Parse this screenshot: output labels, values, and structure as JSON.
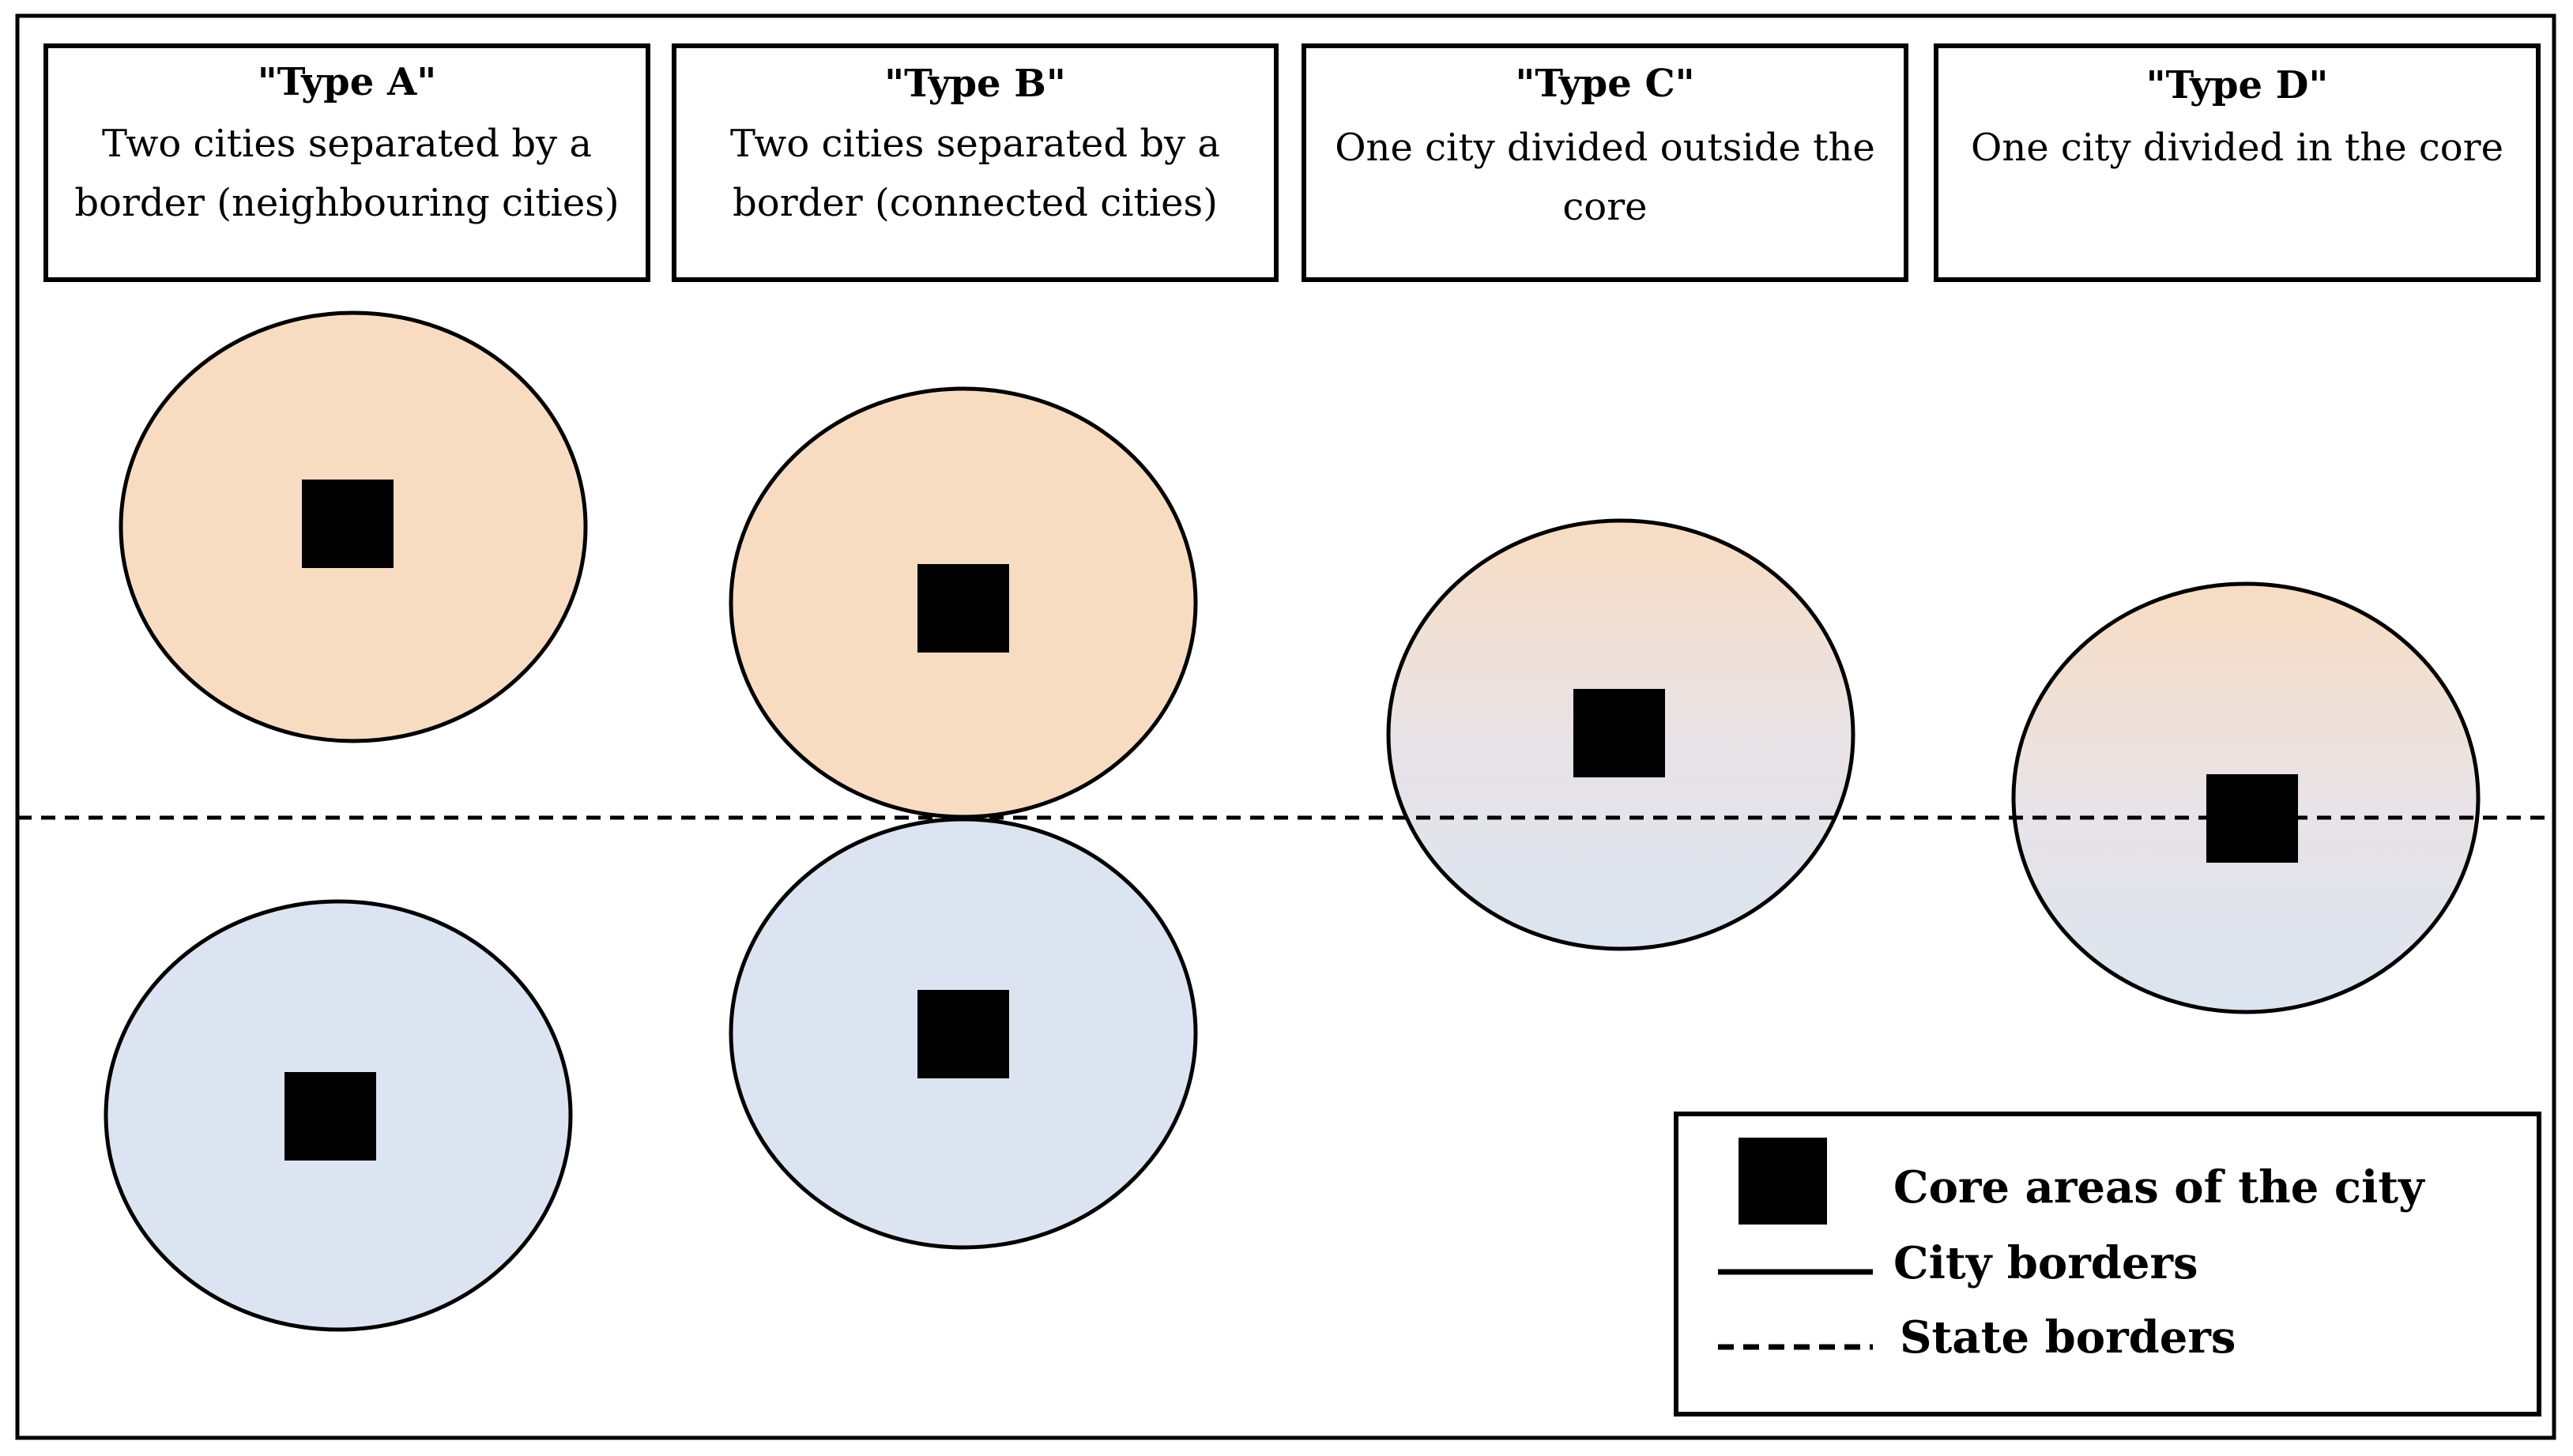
{
  "colors": {
    "country_north": "#f7dcc2",
    "country_south": "#dbe4f0",
    "core": "#000000",
    "border": "#000000"
  },
  "types": [
    {
      "title": "\"Type A\"",
      "lines": [
        "Two cities separated by a",
        "border (neighbouring cities)"
      ]
    },
    {
      "title": "\"Type B\"",
      "lines": [
        "Two cities separated by a",
        "border (connected cities)"
      ]
    },
    {
      "title": "\"Type C\"",
      "lines": [
        "One city divided outside the",
        "core"
      ]
    },
    {
      "title": "\"Type D\"",
      "lines": [
        "One city divided in the core"
      ]
    }
  ],
  "legend": {
    "core": "Core areas of the city",
    "city_borders": "City borders",
    "state_borders": "State borders"
  }
}
